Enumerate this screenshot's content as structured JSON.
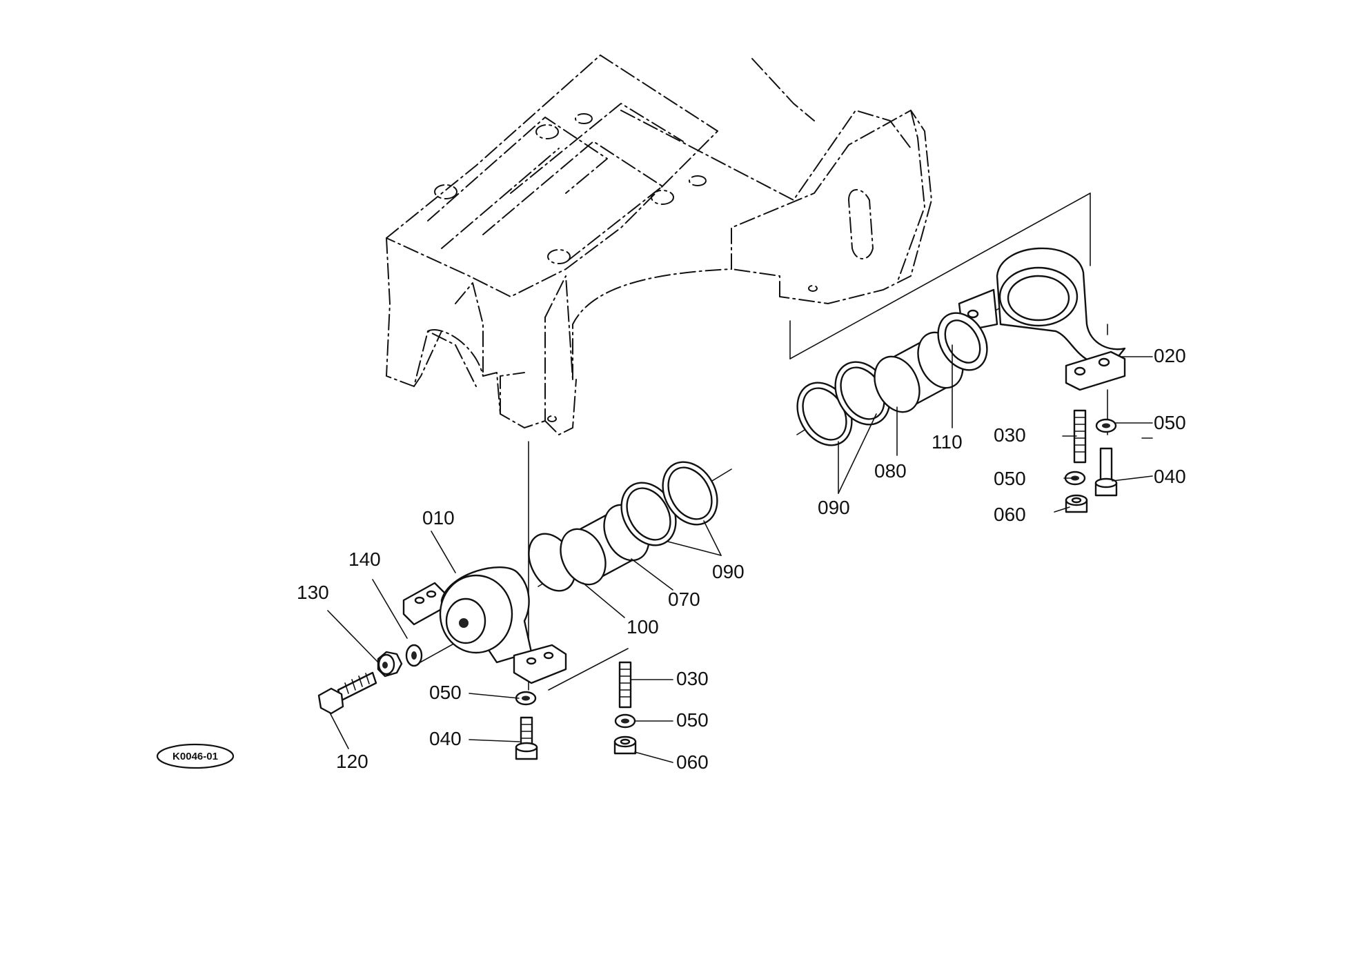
{
  "diagram": {
    "code_badge": "K0046-01",
    "callouts": [
      {
        "key": "c010",
        "text": "010"
      },
      {
        "key": "c020",
        "text": "020"
      },
      {
        "key": "c030a",
        "text": "030"
      },
      {
        "key": "c030b",
        "text": "030"
      },
      {
        "key": "c040a",
        "text": "040"
      },
      {
        "key": "c040b",
        "text": "040"
      },
      {
        "key": "c050a",
        "text": "050"
      },
      {
        "key": "c050b",
        "text": "050"
      },
      {
        "key": "c050c",
        "text": "050"
      },
      {
        "key": "c050d",
        "text": "050"
      },
      {
        "key": "c060a",
        "text": "060"
      },
      {
        "key": "c060b",
        "text": "060"
      },
      {
        "key": "c070",
        "text": "070"
      },
      {
        "key": "c080",
        "text": "080"
      },
      {
        "key": "c090a",
        "text": "090"
      },
      {
        "key": "c090b",
        "text": "090"
      },
      {
        "key": "c100",
        "text": "100"
      },
      {
        "key": "c110",
        "text": "110"
      },
      {
        "key": "c120",
        "text": "120"
      },
      {
        "key": "c130",
        "text": "130"
      },
      {
        "key": "c140",
        "text": "140"
      }
    ]
  }
}
